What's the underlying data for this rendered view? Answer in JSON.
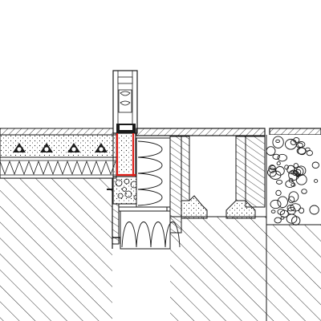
{
  "drawing": {
    "kind": "construction-section-detail",
    "colors": {
      "line": "#1a1a1a",
      "fire_seal": "#e0201a",
      "background": "#ffffff"
    },
    "components": [
      "window-frame",
      "floor-screed",
      "underfloor-heating-pipes",
      "impact-sound-insulation",
      "concrete-slab",
      "fire-seal-strip",
      "perimeter-insulation",
      "lightweight-block",
      "exterior-tiles",
      "precast-curbs",
      "grout-bed",
      "gravel-fill",
      "foundation-wall"
    ]
  }
}
